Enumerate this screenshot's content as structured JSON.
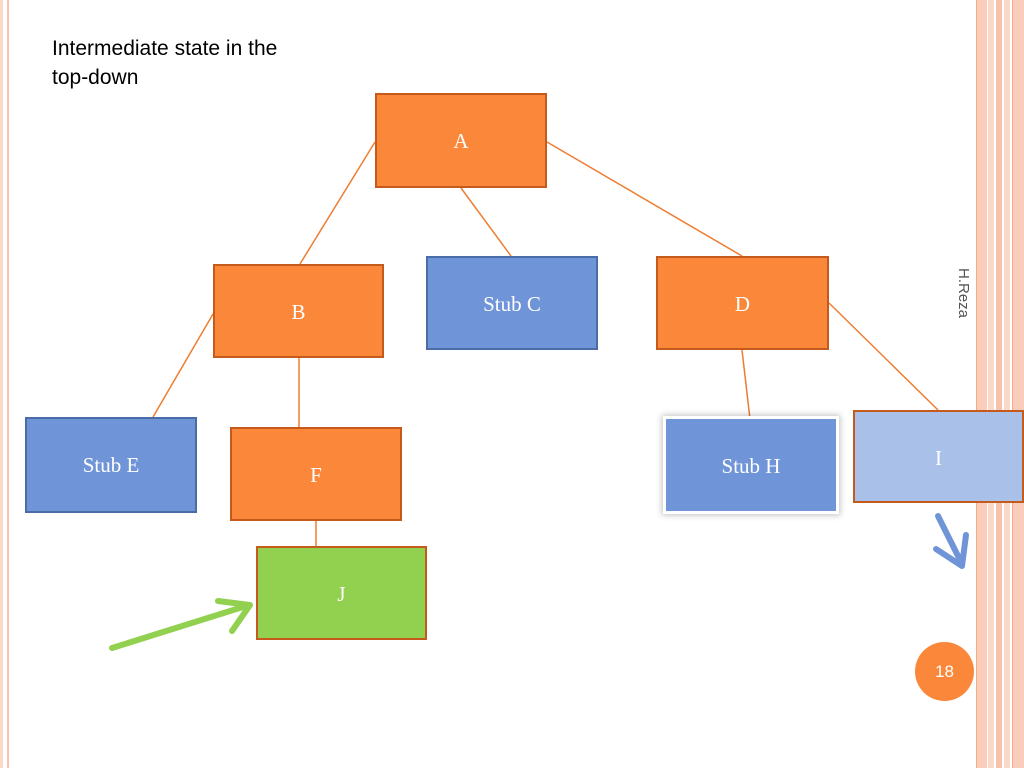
{
  "title": "Intermediate state in the top-down",
  "author": "H.Reza",
  "page_number": "18",
  "colors": {
    "module": "#fb873b",
    "stub": "#7094d8",
    "pending": "#a9c0e9",
    "new_module": "#92d050",
    "connector": "#ed7d31",
    "green_arrow": "#92d050",
    "blue_arrow": "#7094d8"
  },
  "nodes": {
    "a": "A",
    "b": "B",
    "stub_c": "Stub C",
    "d": "D",
    "stub_e": "Stub E",
    "f": "F",
    "stub_h": "Stub H",
    "i": "I",
    "j": "J"
  },
  "icons": {
    "pointer_to_j": "arrow-up-right-icon",
    "pointer_from_i": "arrow-down-right-icon"
  }
}
